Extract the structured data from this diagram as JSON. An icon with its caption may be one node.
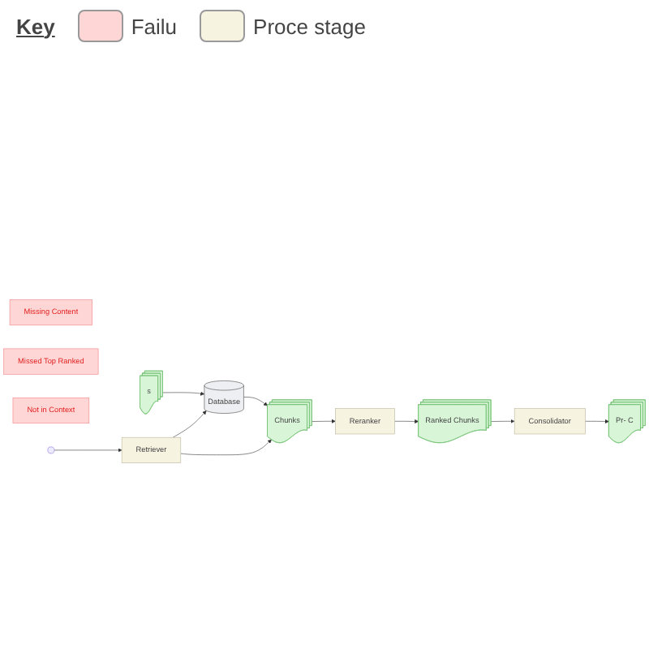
{
  "diagram": {
    "nodes": [
      {
        "text": [
          "s"
        ]
      },
      {
        "text": [
          "Database"
        ]
      },
      {
        "text": [
          "Missing Content"
        ]
      },
      {
        "text": [
          "Retriever"
        ]
      },
      {
        "text": [
          "Chunks"
        ]
      },
      {
        "text": [
          "Reranker"
        ]
      },
      {
        "text": [
          "Ranked Chunks"
        ]
      },
      {
        "text": [
          "Consolidator"
        ]
      },
      {
        "text": [
          "Pr- C"
        ]
      },
      {
        "text": [
          "Missed Top Ranked"
        ]
      },
      {
        "text": [
          "Not in Context"
        ]
      }
    ],
    "edges": [
      {
        "from": null,
        "to": 3,
        "arrow": "to"
      },
      {
        "from": 0,
        "to": 1,
        "arrow": "to"
      },
      {
        "from": 3,
        "to": 1,
        "arrow": "to"
      },
      {
        "from": 1,
        "to": 4,
        "arrow": "to"
      },
      {
        "from": 3,
        "to": 4,
        "arrow": "to"
      },
      {
        "from": 4,
        "to": 5,
        "arrow": "to"
      },
      {
        "from": 5,
        "to": 6,
        "arrow": "to"
      },
      {
        "from": 6,
        "to": 7,
        "arrow": "to"
      },
      {
        "from": 7,
        "to": 8,
        "arrow": "to"
      }
    ],
    "labels": [
      "Key"
    ],
    "legend": [
      {
        "text": "Failu",
        "color": "#ffd6d6"
      },
      {
        "text": "Proce stage",
        "color": "#f7f3e1"
      }
    ]
  }
}
